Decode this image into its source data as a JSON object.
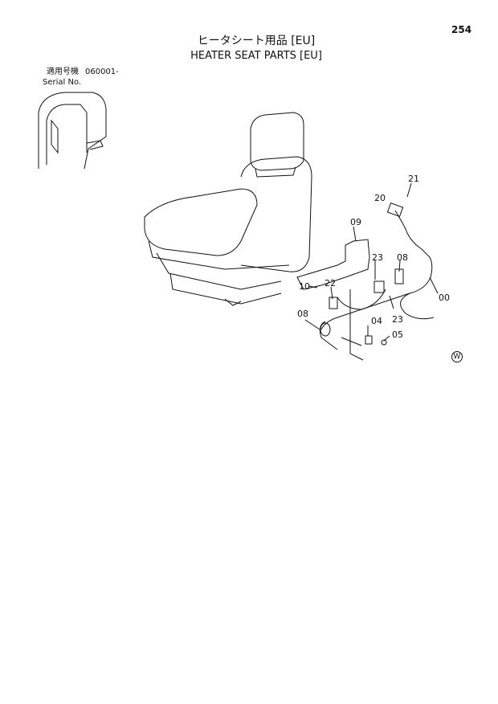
{
  "page_number": "254",
  "title_jp": "ヒータシート用品 [EU]",
  "title_en": "HEATER SEAT PARTS [EU]",
  "serial": {
    "label_jp": "適用号機",
    "value": "060001-",
    "label_en": "Serial No."
  },
  "part_labels": [
    "21",
    "20",
    "09",
    "23",
    "08",
    "00",
    "10",
    "22",
    "08",
    "04",
    "23",
    "05"
  ],
  "watermark_symbol": "W"
}
